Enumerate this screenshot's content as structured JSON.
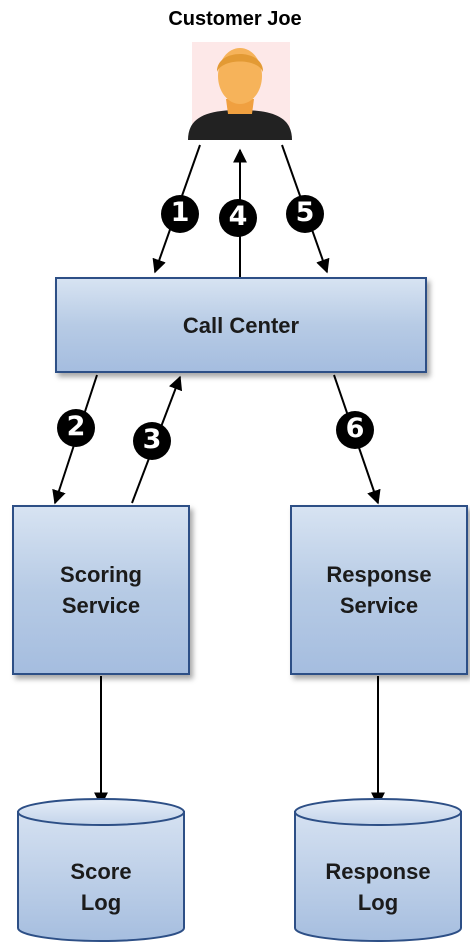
{
  "actor": {
    "label": "Customer Joe",
    "icon": "person-icon"
  },
  "nodes": {
    "call_center": "Call Center",
    "scoring_service": "Scoring\nService",
    "response_service": "Response\nService",
    "score_log": "Score\nLog",
    "response_log": "Response\nLog"
  },
  "steps": [
    "1",
    "2",
    "3",
    "4",
    "5",
    "6"
  ],
  "colors": {
    "box_fill": "#b7cbe5",
    "box_border": "#2d4f86",
    "step_badge": "#000000",
    "avatar_bg": "#fde8e8"
  }
}
